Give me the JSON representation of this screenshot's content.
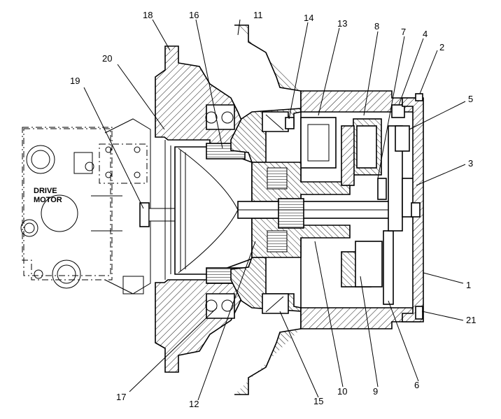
{
  "diagram": {
    "motor_label": {
      "line1": "DRIVE",
      "line2": "MOTOR"
    },
    "callouts": [
      {
        "id": "1",
        "text": "1"
      },
      {
        "id": "2",
        "text": "2"
      },
      {
        "id": "3",
        "text": "3"
      },
      {
        "id": "4",
        "text": "4"
      },
      {
        "id": "5",
        "text": "5"
      },
      {
        "id": "6",
        "text": "6"
      },
      {
        "id": "7",
        "text": "7"
      },
      {
        "id": "8",
        "text": "8"
      },
      {
        "id": "9",
        "text": "9"
      },
      {
        "id": "10",
        "text": "10"
      },
      {
        "id": "11",
        "text": "11"
      },
      {
        "id": "12",
        "text": "12"
      },
      {
        "id": "13",
        "text": "13"
      },
      {
        "id": "14",
        "text": "14"
      },
      {
        "id": "15",
        "text": "15"
      },
      {
        "id": "16",
        "text": "16"
      },
      {
        "id": "17",
        "text": "17"
      },
      {
        "id": "18",
        "text": "18"
      },
      {
        "id": "19",
        "text": "19"
      },
      {
        "id": "20",
        "text": "20"
      },
      {
        "id": "21",
        "text": "21"
      }
    ]
  }
}
